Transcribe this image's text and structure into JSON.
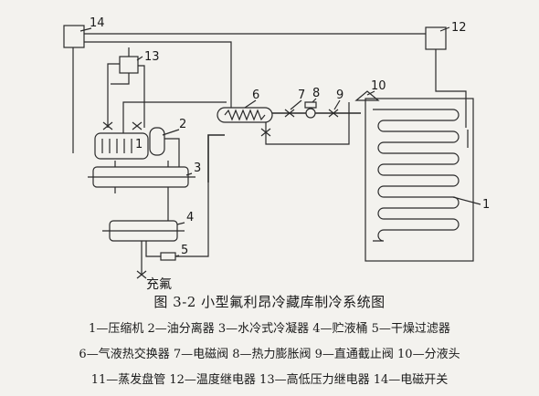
{
  "figure": {
    "caption": "图 3-2   小型氟利昂冷藏库制冷系统图",
    "legend_lines": [
      "1—压缩机  2—油分离器  3—水冷式冷凝器  4—贮液桶  5—干燥过滤器",
      "6—气液热交换器  7—电磁阀  8—热力膨胀阀  9—直通截止阀  10—分液头",
      "11—蒸发盘管  12—温度继电器  13—高低压力继电器  14—电磁开关"
    ],
    "callouts": {
      "c1_compressor": "1",
      "c2_oil_separator": "2",
      "c3_condenser": "3",
      "c4_receiver": "4",
      "c5_filter": "5",
      "c6_heat_exchanger": "6",
      "c7_solenoid": "7",
      "c8_expansion": "8",
      "c9_stop_valve": "9",
      "c10_distributor": "10",
      "c11_coil": "1",
      "c12_temp_relay": "12",
      "c13_pressure_relay": "13",
      "c14_switch": "14"
    },
    "charge_label": "充氟"
  }
}
